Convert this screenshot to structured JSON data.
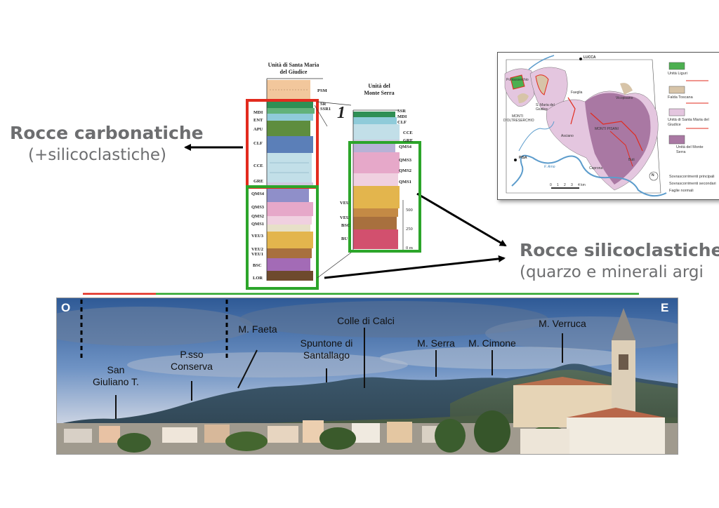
{
  "labels": {
    "carbonatic_title": "Rocce carbonatiche",
    "carbonatic_sub": "(+silicoclastiche)",
    "silicoclastic_title": "Rocce silicoclastiche",
    "silicoclastic_sub": "(quarzo e minerali argi"
  },
  "column_left": {
    "title_line1": "Unità di Santa Maria",
    "title_line2": "del Giudice",
    "units": [
      "PSM",
      "SR",
      "SSR1",
      "MDI",
      "ENT",
      "APU",
      "CLF",
      "CCE",
      "GRE",
      "QMS4",
      "QMS3",
      "QMS2",
      "QMS1",
      "VEU3",
      "VEU2",
      "VEU1",
      "BSC",
      "LOR"
    ]
  },
  "column_right": {
    "title_line1": "Unità del",
    "title_line2": "Monte Serra",
    "units": [
      "SSR",
      "MDI",
      "CLF",
      "CCE",
      "GRE",
      "QMS4",
      "QMS3",
      "QMS2",
      "QMS1",
      "VEU",
      "VEU",
      "BSC",
      "BU"
    ],
    "scale": [
      "500",
      "250",
      "0 m"
    ]
  },
  "map": {
    "city_top": "LUCCA",
    "city_left": "PISA",
    "places": [
      "Pontasserchio",
      "S. Maria del Giudice",
      "Faeglia",
      "Vicopisano",
      "Buti",
      "Caprona",
      "Asciano"
    ],
    "regions": [
      "MONTI D'OLTRESERCHIO",
      "MONTI PISANI"
    ],
    "river": "F. Arno",
    "north": "N",
    "scale_ticks": [
      "0",
      "1",
      "2",
      "3",
      "4 km"
    ],
    "legend": [
      {
        "label": "Unità Liguri",
        "color": "#4caf50"
      },
      {
        "label": "Falda Toscana",
        "color": "#d7c4a8"
      },
      {
        "label": "Unità di Santa Maria del Giudice",
        "color": "#e4c6df"
      },
      {
        "label": "Unità del Monte Serra",
        "color": "#a978a3"
      }
    ],
    "legend_lines": [
      "Sovrascorrimenti principali",
      "Sovrascorrimenti secondari",
      "Faglie normali"
    ]
  },
  "panorama": {
    "west": "O",
    "east": "E",
    "peaks": [
      {
        "line1": "San",
        "line2": "Giuliano T."
      },
      {
        "line1": "P.sso",
        "line2": "Conserva"
      },
      {
        "line1": "M. Faeta",
        "line2": ""
      },
      {
        "line1": "Spuntone di",
        "line2": "Santallago"
      },
      {
        "line1": "Colle di Calci",
        "line2": ""
      },
      {
        "line1": "M. Serra",
        "line2": ""
      },
      {
        "line1": "M. Cimone",
        "line2": ""
      },
      {
        "line1": "M. Verruca",
        "line2": ""
      }
    ]
  },
  "colors": {
    "red_box": "#e22b1e",
    "green_box": "#2ca52a",
    "text_gray": "#6d6e70"
  }
}
